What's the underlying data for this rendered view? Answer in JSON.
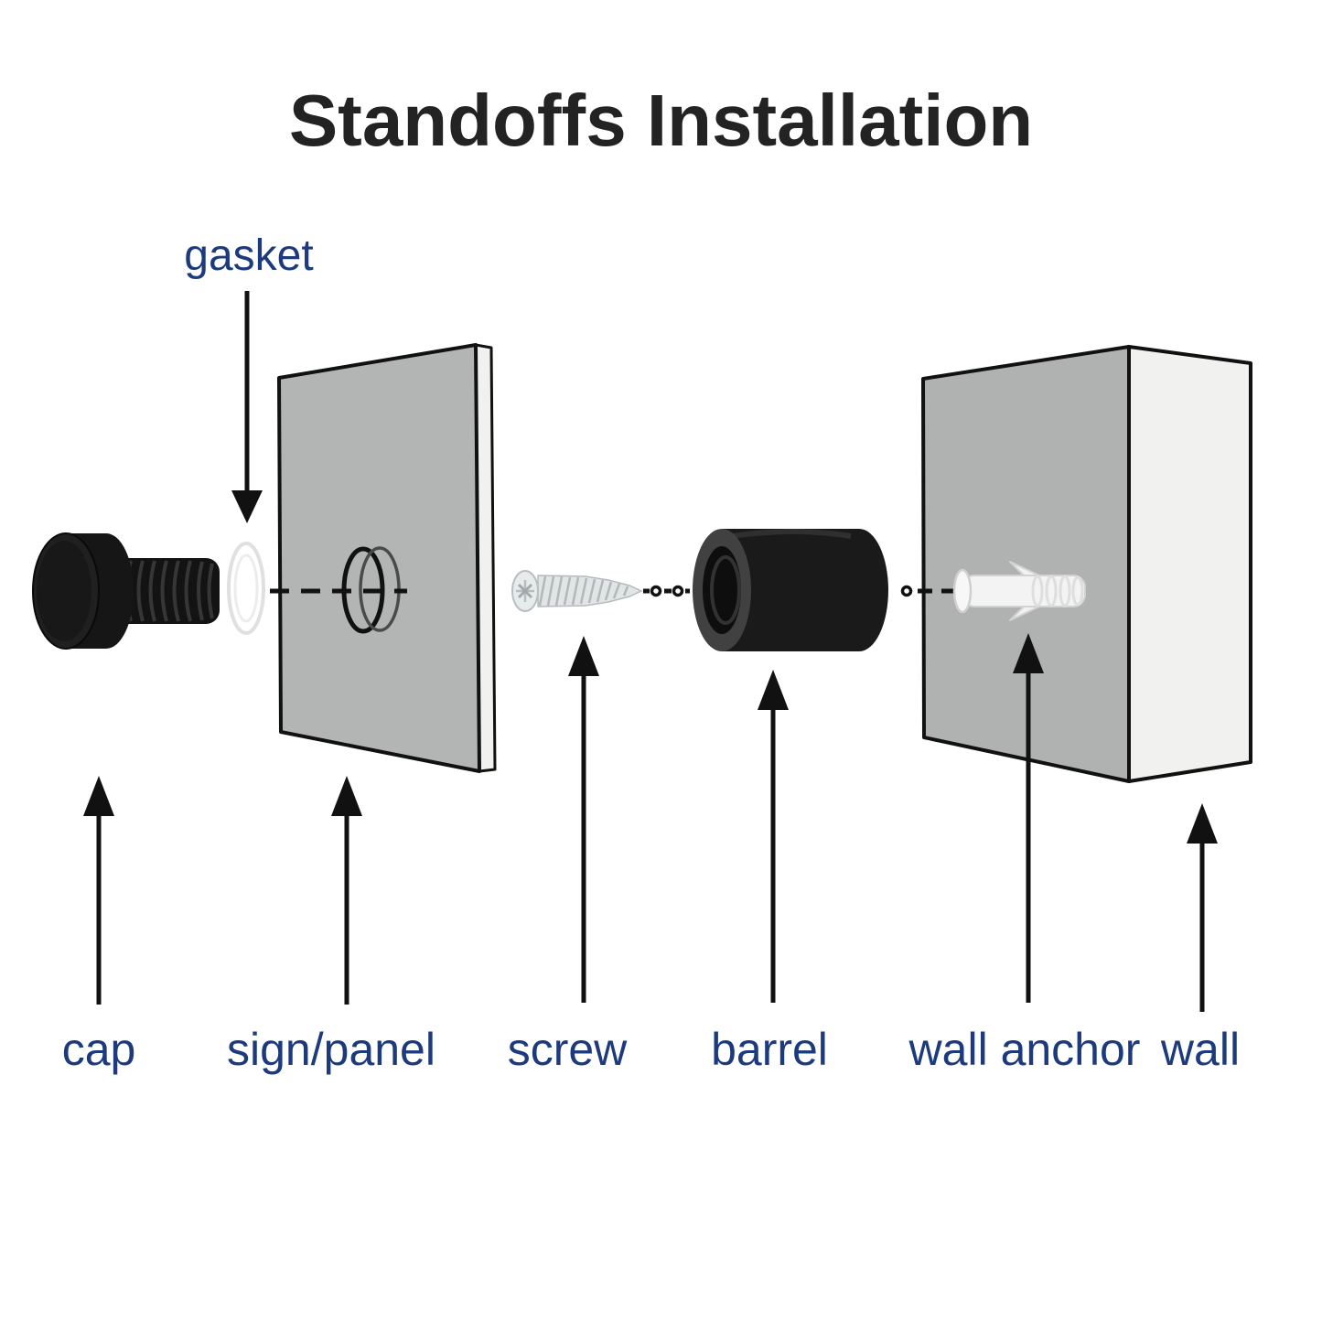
{
  "title": "Standoffs Installation",
  "callouts": {
    "gasket": "gasket"
  },
  "labels": [
    {
      "name": "cap",
      "text": "cap"
    },
    {
      "name": "sign-panel",
      "text": "sign/panel"
    },
    {
      "name": "screw",
      "text": "screw"
    },
    {
      "name": "barrel",
      "text": "barrel"
    },
    {
      "name": "wall-anchor",
      "text": "wall anchor"
    },
    {
      "name": "wall",
      "text": "wall"
    }
  ],
  "colors": {
    "title": "#232323",
    "label": "#1d3b7c",
    "outline": "#111111",
    "panel_gray": "#b3b5b4",
    "wall_gray": "#b0b2b1",
    "side_light": "#f1f1ef",
    "part_black": "#1a1a1a",
    "screw_silver": "#e2e5e5",
    "anchor_white": "#f3f3f3"
  }
}
